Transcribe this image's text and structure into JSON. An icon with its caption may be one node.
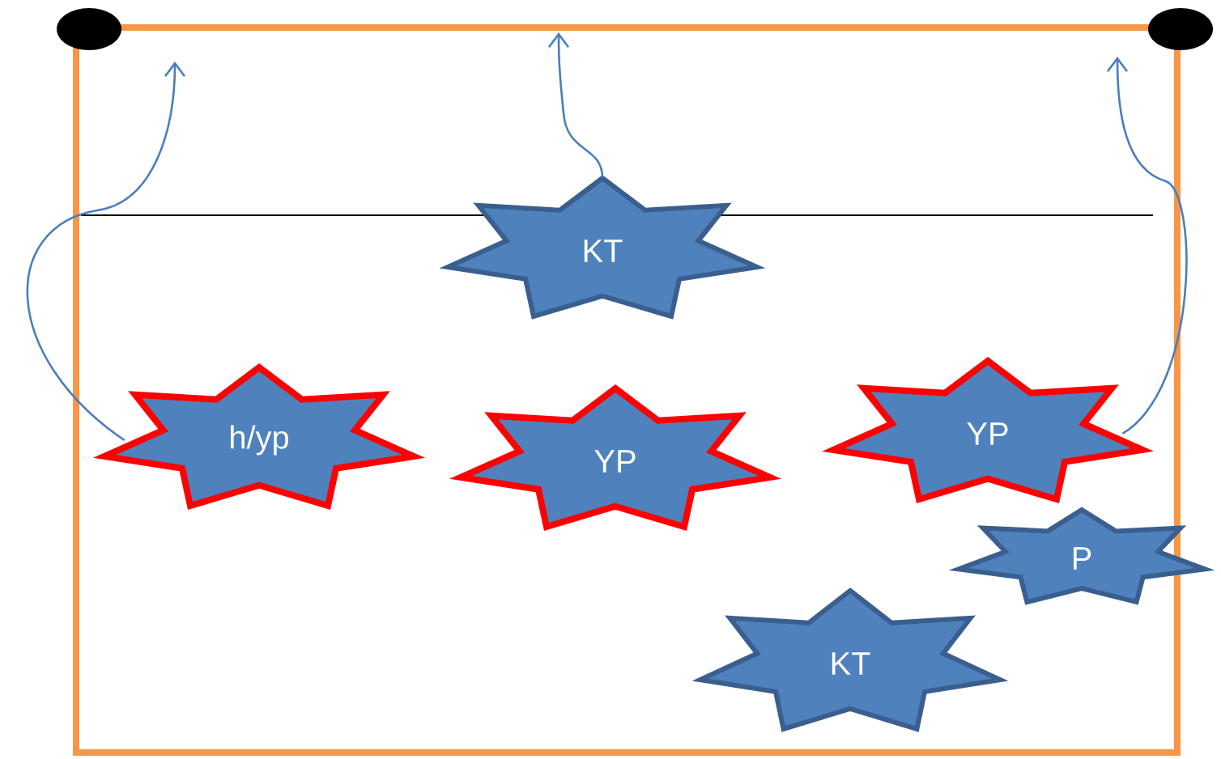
{
  "diagram": {
    "nodes": [
      {
        "text": [
          "KT"
        ]
      },
      {
        "text": [
          "h/yp"
        ]
      },
      {
        "text": [
          "YP"
        ]
      },
      {
        "text": [
          "YP"
        ]
      },
      {
        "text": [
          "P"
        ]
      },
      {
        "text": [
          "KT"
        ]
      }
    ],
    "edges": [
      {
        "from": 1,
        "to": null,
        "arrow": "to"
      },
      {
        "from": 0,
        "to": null,
        "arrow": "to"
      },
      {
        "from": 3,
        "to": null,
        "arrow": "to"
      }
    ]
  }
}
